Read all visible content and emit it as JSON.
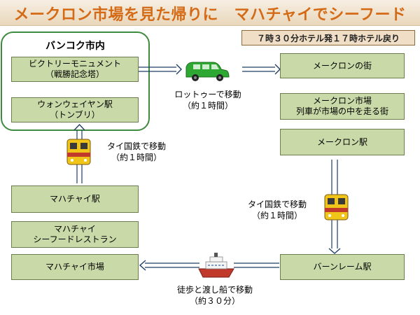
{
  "title": "メークロン市場を見た帰りに　マハチャイでシーフード",
  "schedule": "７時３０分ホテル発１７時ホテル戻り",
  "area_label": "バンコク市内",
  "nodes": {
    "victory": {
      "line1": "ビクトリーモニュメント",
      "line2": "（戦勝記念塔）"
    },
    "wongwian": {
      "line1": "ウォンウェイヤン駅",
      "line2": "（トンブリ）"
    },
    "mahachai_station": {
      "line1": "マハチャイ駅"
    },
    "mahachai_restaurant": {
      "line1": "マハチャイ",
      "line2": "シーフードレストラン"
    },
    "mahachai_market": {
      "line1": "マハチャイ市場"
    },
    "maeklong_town": {
      "line1": "メークロンの街"
    },
    "maeklong_market": {
      "line1": "メークロン市場",
      "line2": "列車が市場の中を走る街"
    },
    "maeklong_station": {
      "line1": "メークロン駅"
    },
    "banlaem_station": {
      "line1": "バーンレーム駅"
    }
  },
  "transport": {
    "van": {
      "line1": "ロットゥーで移動",
      "line2": "（約１時間）",
      "icon": "van-icon"
    },
    "train_left": {
      "line1": "タイ国鉄で移動",
      "line2": "（約１時間）",
      "icon": "train-icon"
    },
    "train_right": {
      "line1": "タイ国鉄で移動",
      "line2": "（約１時間）",
      "icon": "train-icon"
    },
    "ferry": {
      "line1": "徒歩と渡し船で移動",
      "line2": "（約３０分）",
      "icon": "ferry-icon"
    }
  },
  "colors": {
    "title": "#d46a16",
    "box_fill": "#c9d9a8",
    "area_border": "#3e8a3e",
    "arrow": "#1f3d66"
  }
}
